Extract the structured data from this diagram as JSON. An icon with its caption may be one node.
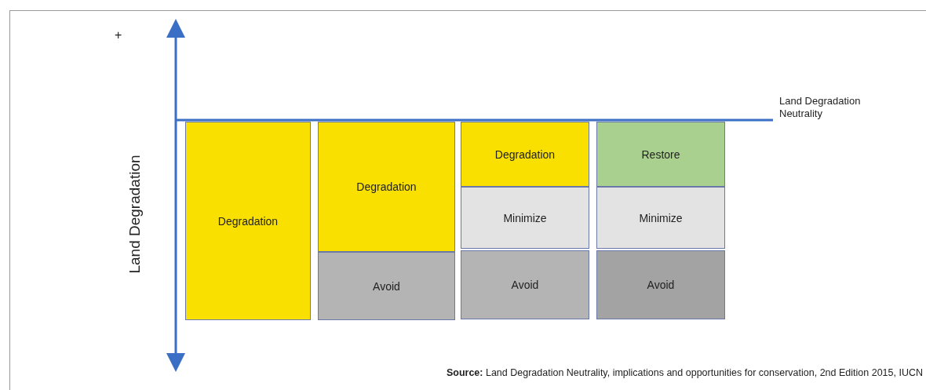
{
  "diagram": {
    "nodes": [
      {
        "text": [
          "Degradation"
        ]
      },
      {
        "text": [
          "Degradation"
        ]
      },
      {
        "text": [
          "Avoid"
        ]
      },
      {
        "text": [
          "Degradation"
        ]
      },
      {
        "text": [
          "Minimize"
        ]
      },
      {
        "text": [
          "Avoid"
        ]
      },
      {
        "text": [
          "Restore"
        ]
      },
      {
        "text": [
          "Minimize"
        ]
      },
      {
        "text": [
          "Avoid"
        ]
      }
    ],
    "edges": [],
    "labels": [
      "+",
      "Land Degradation",
      "Land Degradation Neutrality",
      "**Source:** Land Degradation Neutrality, implications and opportunities for conservation, 2nd Edition 2015, IUCN"
    ]
  }
}
